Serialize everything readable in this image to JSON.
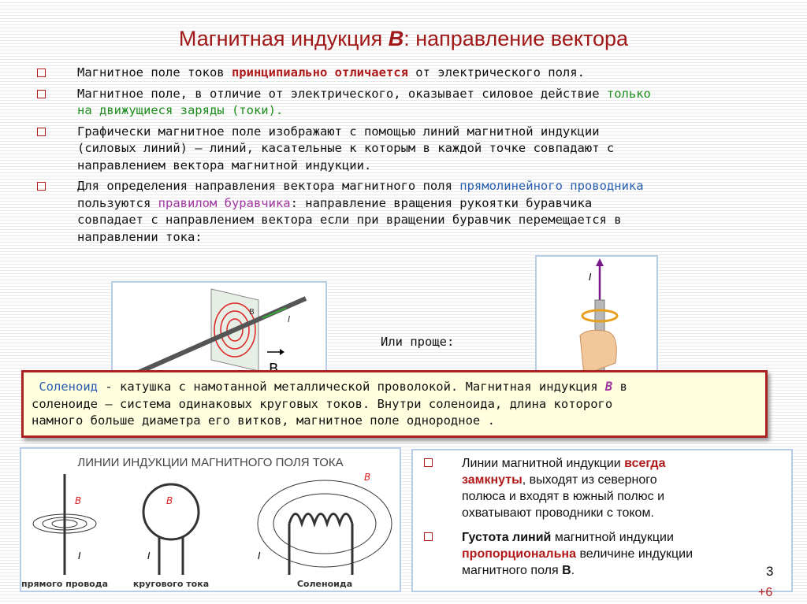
{
  "title": {
    "pre": "Магнитная индукция ",
    "sym": "B",
    "post": ": направление вектора"
  },
  "b1": {
    "a": "Магнитное поле токов ",
    "b": "принципиально отличается",
    "c": " от электрического поля."
  },
  "b2": {
    "a": "Магнитное поле, в отличие от электрического, оказывает силовое действие ",
    "b": "только",
    "c": "на движущиеся заряды (токи)."
  },
  "b3": {
    "l1": "Графически магнитное  поле  изображают  с  помощью линий магнитной индукции",
    "l2": "(силовых линий) – линий, касательные к которым в каждой точке совпадают с",
    "l3": "направлением вектора магнитной  индукции."
  },
  "b4": {
    "l1a": "Для определения направления вектора магнитного поля ",
    "l1b": "прямолинейного проводника",
    "l2a": "пользуются ",
    "l2b": "правилом буравчика",
    "l2c": ": направление вращения рукоятки буравчика",
    "l3": "совпадает с направлением вектора если при вращении буравчик перемещается в",
    "l4": "направлении тока:"
  },
  "fig1": {
    "b_label": "B",
    "i_label": "I",
    "b2": "B"
  },
  "fig2": {
    "i_label": "I"
  },
  "simpler": "Или проще:",
  "solenoid": {
    "a": "Соленоид",
    "b": " - катушка с намотанной металлической проволокой. Магнитная индукция ",
    "c": "B",
    "d": " в",
    "l2": "соленоиде – система одинаковых круговых токов. Внутри соленоида, длина которого",
    "l3": "намного больше диаметра его витков, магнитное поле однородное ."
  },
  "fig3": {
    "heading": "ЛИНИИ ИНДУКЦИИ МАГНИТНОГО ПОЛЯ ТОКА",
    "cap1": "прямого провода",
    "cap2": "кругового тока",
    "cap3": "Соленоида",
    "b": "B",
    "i": "I"
  },
  "right": {
    "p1a": "Линии  магнитной  индукции  ",
    "p1b": "всегда",
    "p1c": "замкнуты",
    "p1d": ",  выходят  из  северного",
    "p1e": "полюса  и  входят  в  южный  полюс  и",
    "p1f": "охватывают проводники с током.",
    "p2a": "Густота линий",
    "p2b": " магнитной индукции",
    "p2c": "пропорциональна",
    "p2d": " величине индукции",
    "p2e": "магнитного поля ",
    "p2f": "B",
    "p2g": "."
  },
  "page": "3",
  "page_extra": "+6"
}
